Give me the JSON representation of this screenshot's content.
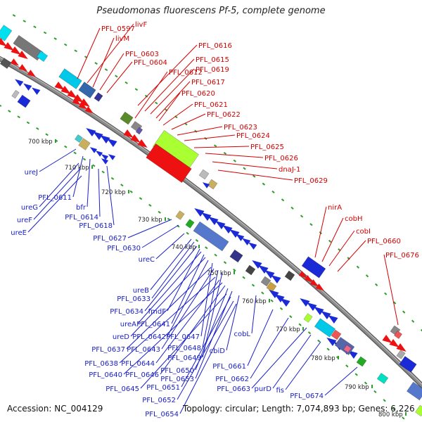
{
  "title": "Pseudomonas fluorescens Pf-5, complete genome",
  "accession_text": "Accession: NC_004129",
  "summary_text": "Topology: circular; Length: 7,074,893 bp; Genes: 6,226",
  "colors": {
    "forward_gene": "#ee1111",
    "reverse_gene": "#1a2ad6",
    "forward_label": "#d40000",
    "reverse_label": "#1a20c8",
    "backbone": "#8c8c8c",
    "tick_dot": "#2e9d2e"
  },
  "kbp_ticks": [
    "700 kbp",
    "710 kbp",
    "720 kbp",
    "730 kbp",
    "740 kbp",
    "750 kbp",
    "760 kbp",
    "770 kbp",
    "780 kbp",
    "790 kbp",
    "800 kbp"
  ],
  "forward_labels": [
    "PFL_0597",
    "livF",
    "livM",
    "PFL_0603",
    "PFL_0604",
    "PFL_0616",
    "PFL_0615",
    "PFL_0612",
    "PFL_0619",
    "PFL_0617",
    "PFL_0620",
    "PFL_0621",
    "PFL_0622",
    "PFL_0623",
    "PFL_0624",
    "PFL_0625",
    "PFL_0626",
    "dnaJ-1",
    "PFL_0629",
    "nirA",
    "cobH",
    "cobI",
    "PFL_0660",
    "PFL_0676"
  ],
  "reverse_labels": [
    "ureJ",
    "PFL_0611",
    "ureG",
    "bfr",
    "ureF",
    "PFL_0614",
    "ureE",
    "PFL_0618",
    "PFL_0627",
    "PFL_0630",
    "ureC",
    "ureB",
    "PFL_0633",
    "PFL_0634",
    "fmdF",
    "ureA",
    "PFL_0641",
    "ureD",
    "PFL_0642",
    "PFL_0647",
    "PFL_0637",
    "PFL_0643",
    "PFL_0648",
    "PFL_0649",
    "cobL",
    "PFL_0638",
    "PFL_0644",
    "PFL_0640",
    "PFL_0646",
    "PFL_0650",
    "PFL_0653",
    "cbiD",
    "PFL_0661",
    "PFL_0662",
    "PFL_0645",
    "PFL_0651",
    "PFL_0663",
    "purD",
    "fis",
    "PFL_0674",
    "PFL_0652",
    "PFL_0654"
  ]
}
